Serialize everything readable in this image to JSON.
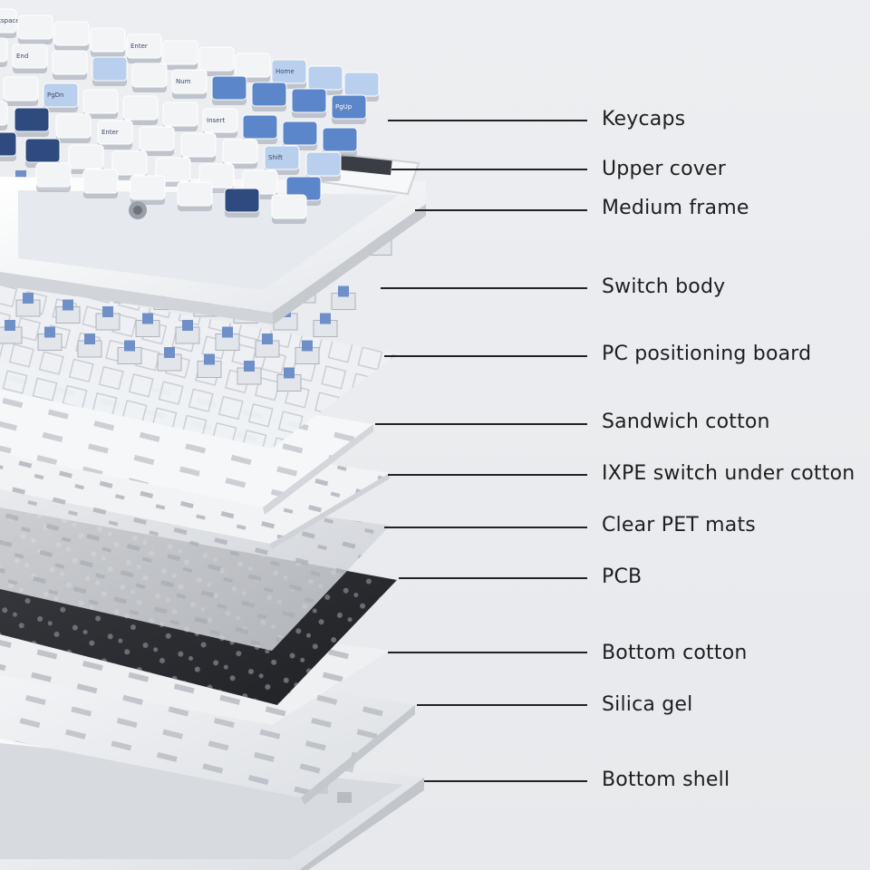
{
  "layers": [
    {
      "id": "keycaps",
      "label": "Keycaps"
    },
    {
      "id": "upper-cover",
      "label": "Upper cover"
    },
    {
      "id": "medium-frame",
      "label": "Medium frame"
    },
    {
      "id": "switch-body",
      "label": "Switch body"
    },
    {
      "id": "pc-positioning-board",
      "label": "PC positioning board"
    },
    {
      "id": "sandwich-cotton",
      "label": "Sandwich cotton"
    },
    {
      "id": "ixpe-switch-under-cotton",
      "label": "IXPE switch under cotton"
    },
    {
      "id": "clear-pet-mats",
      "label": "Clear PET mats"
    },
    {
      "id": "pcb",
      "label": "PCB"
    },
    {
      "id": "bottom-cotton",
      "label": "Bottom cotton"
    },
    {
      "id": "silica-gel",
      "label": "Silica gel"
    },
    {
      "id": "bottom-shell",
      "label": "Bottom shell"
    }
  ],
  "keycap_legends": [
    "Backspace",
    "Enter",
    "Home",
    "End",
    "Num",
    "PgUp",
    "PgDn",
    "Insert",
    "Enter",
    "Shift"
  ],
  "colors": {
    "background": "#eceef1",
    "keycap_white": "#f3f4f6",
    "keycap_light_blue": "#b9cfee",
    "keycap_blue": "#5b86c9",
    "keycap_navy": "#2e4a7e",
    "frame_white": "#f4f5f7",
    "switch_housing": "#e2e5ea",
    "switch_stem": "#6f8fc8",
    "pcb_black": "#2b2d31",
    "label_text": "#1e1e1e",
    "leader_line": "#222222"
  }
}
